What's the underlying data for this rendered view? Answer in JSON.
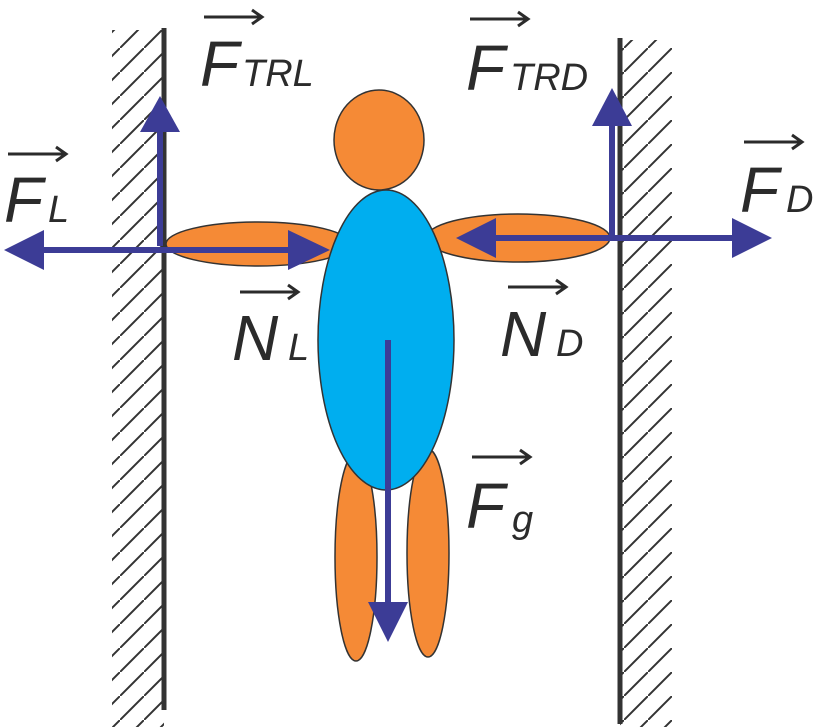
{
  "colors": {
    "wall": "#333333",
    "hatch": "#333333",
    "body_orange": "#f58a36",
    "torso_blue": "#00aeef",
    "arrow": "#3c3c96",
    "outline": "#333333",
    "text": "#2b2b2b"
  },
  "labels": {
    "f_trl": {
      "main": "F",
      "sub": "TRL"
    },
    "f_trd": {
      "main": "F",
      "sub": "TRD"
    },
    "f_l": {
      "main": "F",
      "sub": "L"
    },
    "f_d": {
      "main": "F",
      "sub": "D"
    },
    "n_l": {
      "main": "N",
      "sub": "L"
    },
    "n_d": {
      "main": "N",
      "sub": "D"
    },
    "f_g": {
      "main": "F",
      "sub": "g"
    }
  }
}
